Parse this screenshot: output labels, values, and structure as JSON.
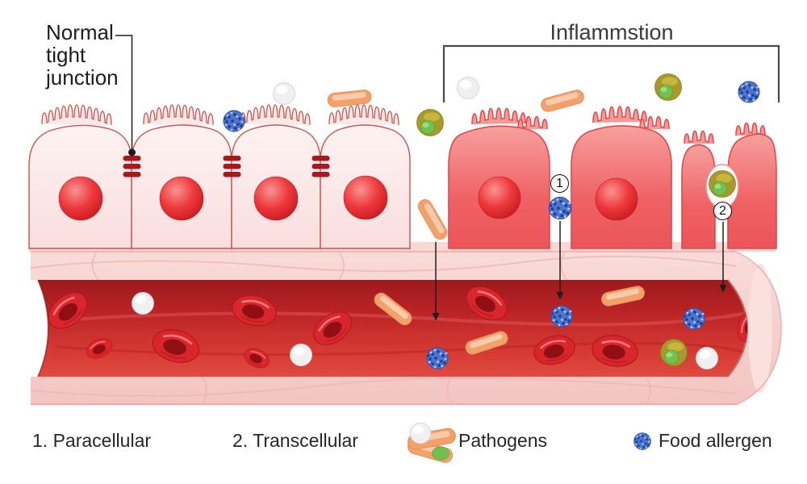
{
  "labels": {
    "normal_tight_junction": "Normal\ntight\njunction",
    "inflammation": "Inflammstion"
  },
  "markers": {
    "paracellular": "1",
    "transcellular": "2"
  },
  "legend": {
    "paracellular": "1. Paracellular",
    "transcellular": "2. Transcellular",
    "pathogens": "Pathogens",
    "food_allergen": "Food allergen"
  },
  "icons": {
    "pathogens_legend": "pathogen-cluster-icon",
    "food_allergen_legend": "allergen-sphere-icon",
    "rod_bacterium": "rod-bacterium-icon",
    "olive_pathogen": "olive-pathogen-icon",
    "white_microbe": "white-coccus-icon",
    "food_allergen": "food-allergen-icon",
    "red_blood_cell": "red-blood-cell-icon"
  },
  "colors": {
    "background": "#ffffff",
    "normal_cell": "#fbe9e8",
    "normal_cell_stroke": "#c9544f",
    "inflamed_cell": "#f1686a",
    "inflamed_cell_stroke": "#e0484c",
    "nucleus": "#e42a2e",
    "tight_junction": "#a8181d",
    "vessel_wall": "#f6cdca",
    "vessel_lumen": "#c32a2a",
    "red_blood_cell": "#d8262c",
    "pathogen_rod": "#f3a069",
    "pathogen_olive": "#a9982b",
    "pathogen_green": "#6fc24e",
    "food_allergen": "#4a74cf",
    "white_microbe": "#f0f0f0",
    "text": "#1c1c1c",
    "line": "#4a4a4a",
    "arrow": "#1d1d1d"
  }
}
